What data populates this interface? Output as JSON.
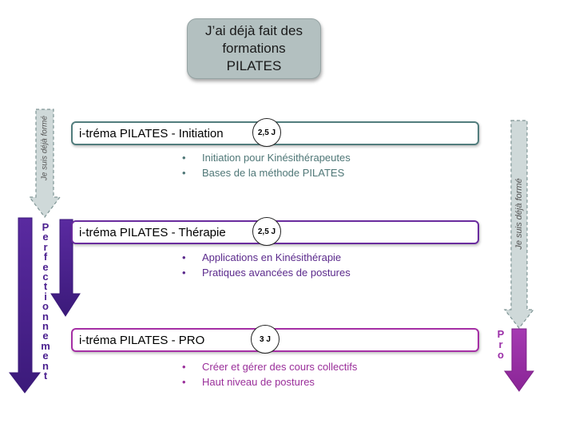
{
  "title": {
    "line1": "J’ai déjà fait des",
    "line2": "formations PILATES"
  },
  "courses": [
    {
      "name": "i-tréma PILATES - Initiation",
      "duration": "2,5 J",
      "bullets": [
        "Initiation pour Kinésithérapeutes",
        "Bases de la méthode PILATES"
      ],
      "border_color": "#527d7d",
      "text_color": "#4f7777"
    },
    {
      "name": "i-tréma PILATES - Thérapie",
      "duration": "2,5 J",
      "bullets": [
        "Applications en Kinésithérapie",
        "Pratiques avancées de postures"
      ],
      "border_color": "#6a2c9e",
      "text_color": "#5b2a8c"
    },
    {
      "name": "i-tréma PILATES - PRO",
      "duration": "3 J",
      "bullets": [
        "Créer et gérer des cours collectifs",
        "Haut niveau de postures"
      ],
      "border_color": "#a52fa5",
      "text_color": "#9a2f9a"
    }
  ],
  "bullet_symbol": "•",
  "side_labels": {
    "left_dashed": "Je suis déjà formé",
    "right_dashed": "Je suis déjà formé",
    "perfectionnement": "Perfectionnement",
    "pro": "Pro"
  },
  "colors": {
    "purple_dark": "#4a1f8f",
    "magenta": "#9b2fa8",
    "dashed_fill": "#cfd9d9",
    "dashed_stroke": "#7f9595"
  },
  "icons": [
    "down-arrow-icon",
    "dashed-down-arrow-icon"
  ]
}
